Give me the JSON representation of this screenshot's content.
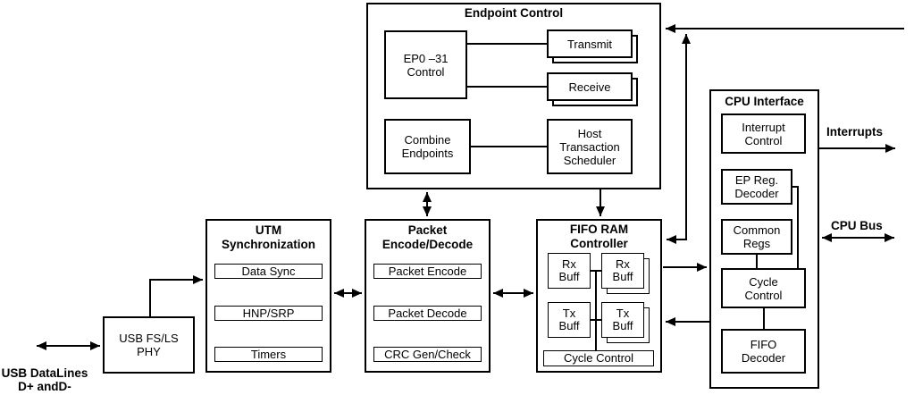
{
  "blocks": {
    "endpoint_control": {
      "title": "Endpoint Control",
      "ep0_control": "EP0 –31\nControl",
      "transmit": "Transmit",
      "receive": "Receive",
      "combine_endpoints": "Combine\nEndpoints",
      "host_transaction_scheduler": "Host\nTransaction\nScheduler"
    },
    "utm_sync": {
      "title": "UTM\nSynchronization",
      "items": [
        "Data Sync",
        "HNP/SRP",
        "Timers"
      ]
    },
    "packet_encode_decode": {
      "title": "Packet\nEncode/Decode",
      "items": [
        "Packet Encode",
        "Packet Decode",
        "CRC Gen/Check"
      ]
    },
    "fifo_ram_controller": {
      "title": "FIFO RAM\nController",
      "rx_buff": "Rx\nBuff",
      "tx_buff": "Tx\nBuff",
      "cycle_control": "Cycle Control"
    },
    "cpu_interface": {
      "title": "CPU Interface",
      "interrupt_control": "Interrupt\nControl",
      "ep_reg_decoder": "EP Reg.\nDecoder",
      "common_regs": "Common\nRegs",
      "cycle_control": "Cycle\nControl",
      "fifo_decoder": "FIFO\nDecoder"
    },
    "usb_phy": {
      "label": "USB FS/LS\nPHY"
    }
  },
  "labels": {
    "interrupts": "Interrupts",
    "cpu_bus": "CPU Bus",
    "usb_datalines": "USB DataLines\nD+ andD-"
  },
  "colors": {
    "line": "#000000",
    "background": "#ffffff",
    "text": "#000000"
  }
}
